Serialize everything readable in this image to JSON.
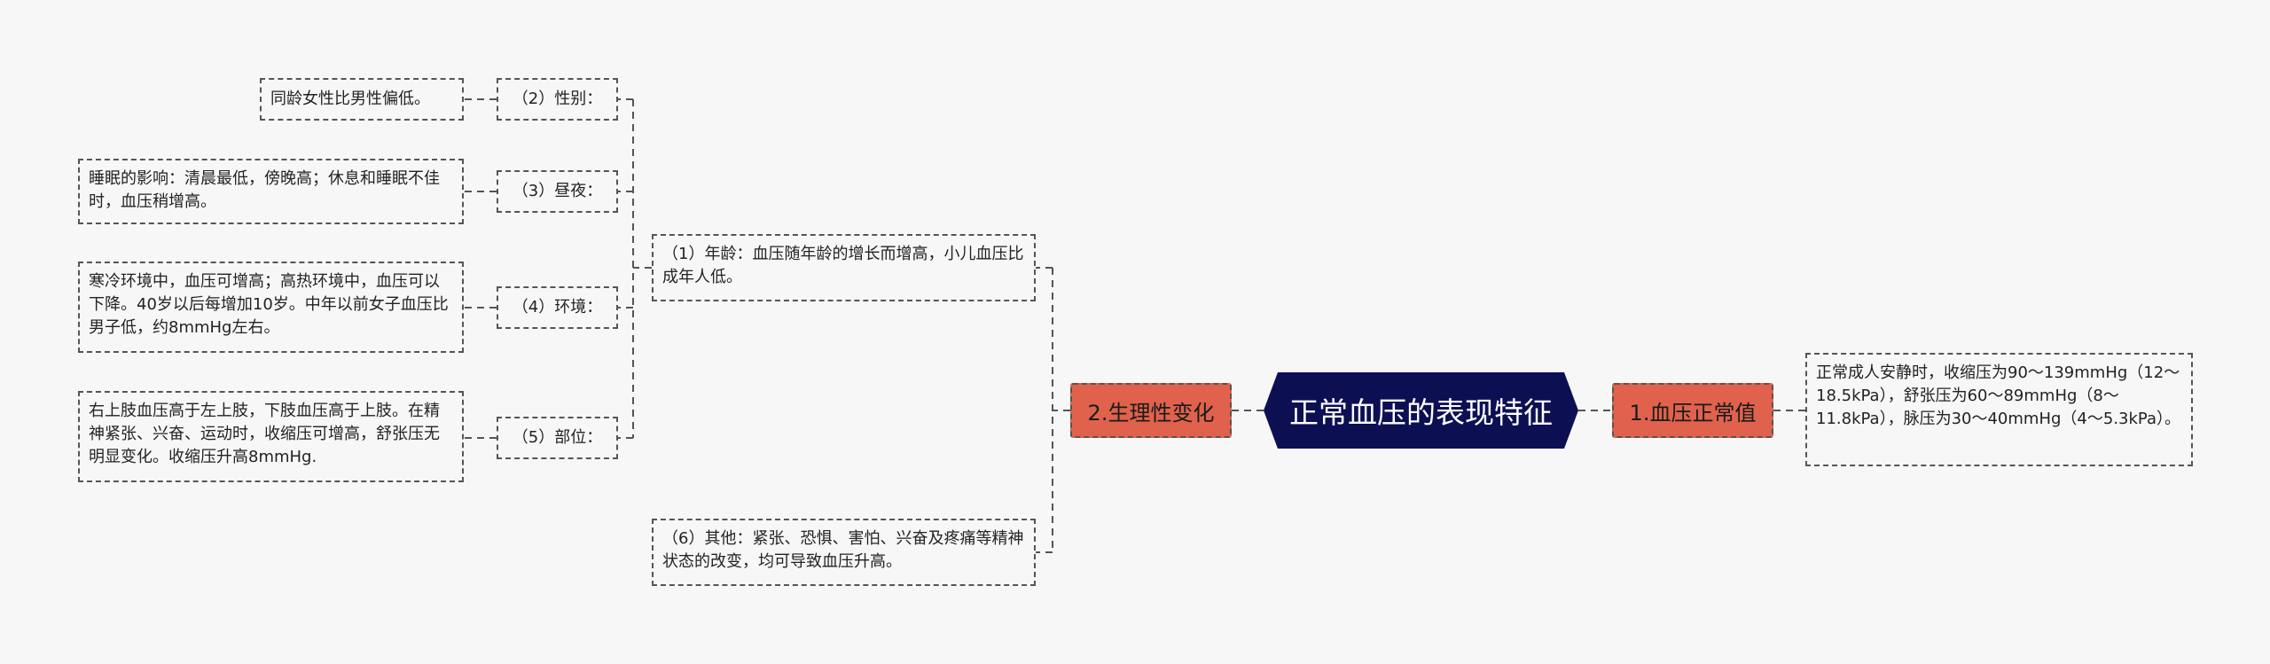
{
  "center": {
    "title": "正常血压的表现特征"
  },
  "branch1": {
    "label": "1.血压正常值",
    "detail": "正常成人安静时，收缩压为90～139mmHg（12～18.5kPa），舒张压为60～89mmHg（8～11.8kPa），脉压为30～40mmHg（4～5.3kPa）。"
  },
  "branch2": {
    "label": "2.生理性变化",
    "age": "（1）年龄：血压随年龄的增长而增高，小儿血压比成年人低。",
    "sex": {
      "label": "（2）性别：",
      "detail": "同龄女性比男性偏低。"
    },
    "day": {
      "label": "（3）昼夜：",
      "detail": "睡眠的影响：清晨最低，傍晚高；休息和睡眠不佳时，血压稍增高。"
    },
    "env": {
      "label": "（4）环境：",
      "detail": "寒冷环境中，血压可增高；高热环境中，血压可以下降。40岁以后每增加10岁。中年以前女子血压比男子低，约8mmHg左右。"
    },
    "part": {
      "label": "（5）部位：",
      "detail": "右上肢血压高于左上肢，下肢血压高于上肢。在精神紧张、兴奋、运动时，收缩压可增高，舒张压无明显变化。收缩压升高8mmHg."
    },
    "other": "（6）其他：紧张、恐惧、害怕、兴奋及疼痛等精神状态的改变，均可导致血压升高。"
  },
  "colors": {
    "center": "#0c1053",
    "branch": "#e0624c",
    "line": "#555555",
    "background": "#f7f7f7"
  }
}
